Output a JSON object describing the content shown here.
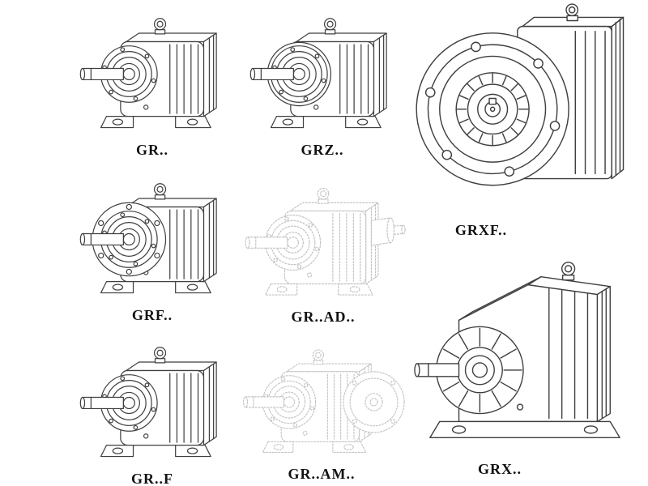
{
  "colors": {
    "line": "#3f3f3f",
    "ghost": "#c3c3c3",
    "label": "#111111",
    "background": "#ffffff"
  },
  "figures": [
    {
      "id": "gr",
      "label": "GR.."
    },
    {
      "id": "grz",
      "label": "GRZ.."
    },
    {
      "id": "grxf",
      "label": "GRXF.."
    },
    {
      "id": "grf",
      "label": "GRF.."
    },
    {
      "id": "gr-ad",
      "label": "GR..AD.."
    },
    {
      "id": "gr-f",
      "label": "GR..F"
    },
    {
      "id": "gr-am",
      "label": "GR..AM.."
    },
    {
      "id": "grx",
      "label": "GRX.."
    }
  ]
}
